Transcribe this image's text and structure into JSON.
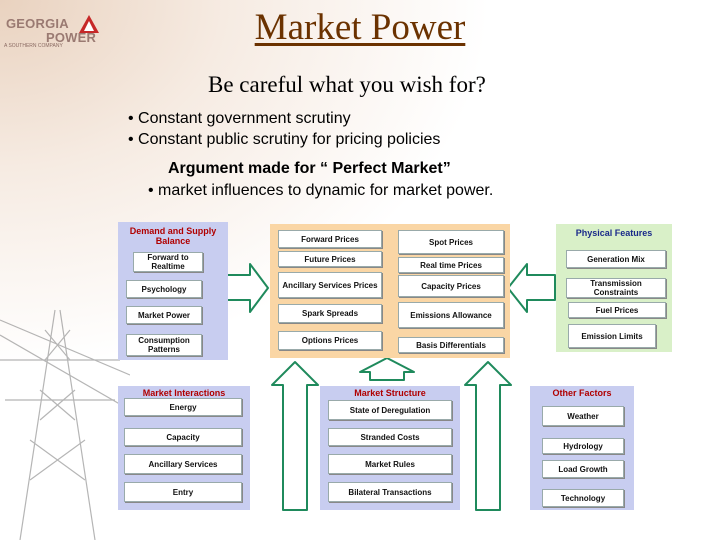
{
  "logo": {
    "line1": "GEORGIA",
    "line2": "POWER",
    "tag": "A SOUTHERN COMPANY"
  },
  "title": "Market Power",
  "subtitle": "Be careful what you wish for?",
  "bullets": [
    "Constant government scrutiny",
    "Constant public scrutiny for pricing policies"
  ],
  "argument": "Argument made for “ Perfect Market”",
  "argument_bullet": "• market influences to dynamic for market power.",
  "colors": {
    "title": "#6b3200",
    "blue_panel": "#c8cdf0",
    "orange_panel": "#fad6a5",
    "green_panel": "#d9f0c8"
  },
  "demand_panel": {
    "heading": "Demand and Supply Balance",
    "items": [
      "Forward to Realtime",
      "Psychology",
      "Market Power",
      "Consumption Patterns"
    ]
  },
  "prices_panel": {
    "left": [
      "Forward Prices",
      "Future Prices",
      "Ancillary Services Prices",
      "Spark Spreads",
      "Options Prices"
    ],
    "right": [
      "Spot Prices",
      "Real time Prices",
      "Capacity Prices",
      "Emissions Allowance",
      "Basis Differentials"
    ]
  },
  "physical_panel": {
    "heading": "Physical Features",
    "items": [
      "Generation Mix",
      "Transmission Constraints",
      "Fuel Prices",
      "Emission Limits"
    ]
  },
  "interactions_panel": {
    "heading": "Market Interactions",
    "items": [
      "Energy",
      "Capacity",
      "Ancillary Services",
      "Entry"
    ]
  },
  "structure_panel": {
    "heading": "Market Structure",
    "items": [
      "State of Deregulation",
      "Stranded Costs",
      "Market Rules",
      "Bilateral Transactions"
    ]
  },
  "other_panel": {
    "heading": "Other Factors",
    "items": [
      "Weather",
      "Hydrology",
      "Load Growth",
      "Technology"
    ]
  }
}
